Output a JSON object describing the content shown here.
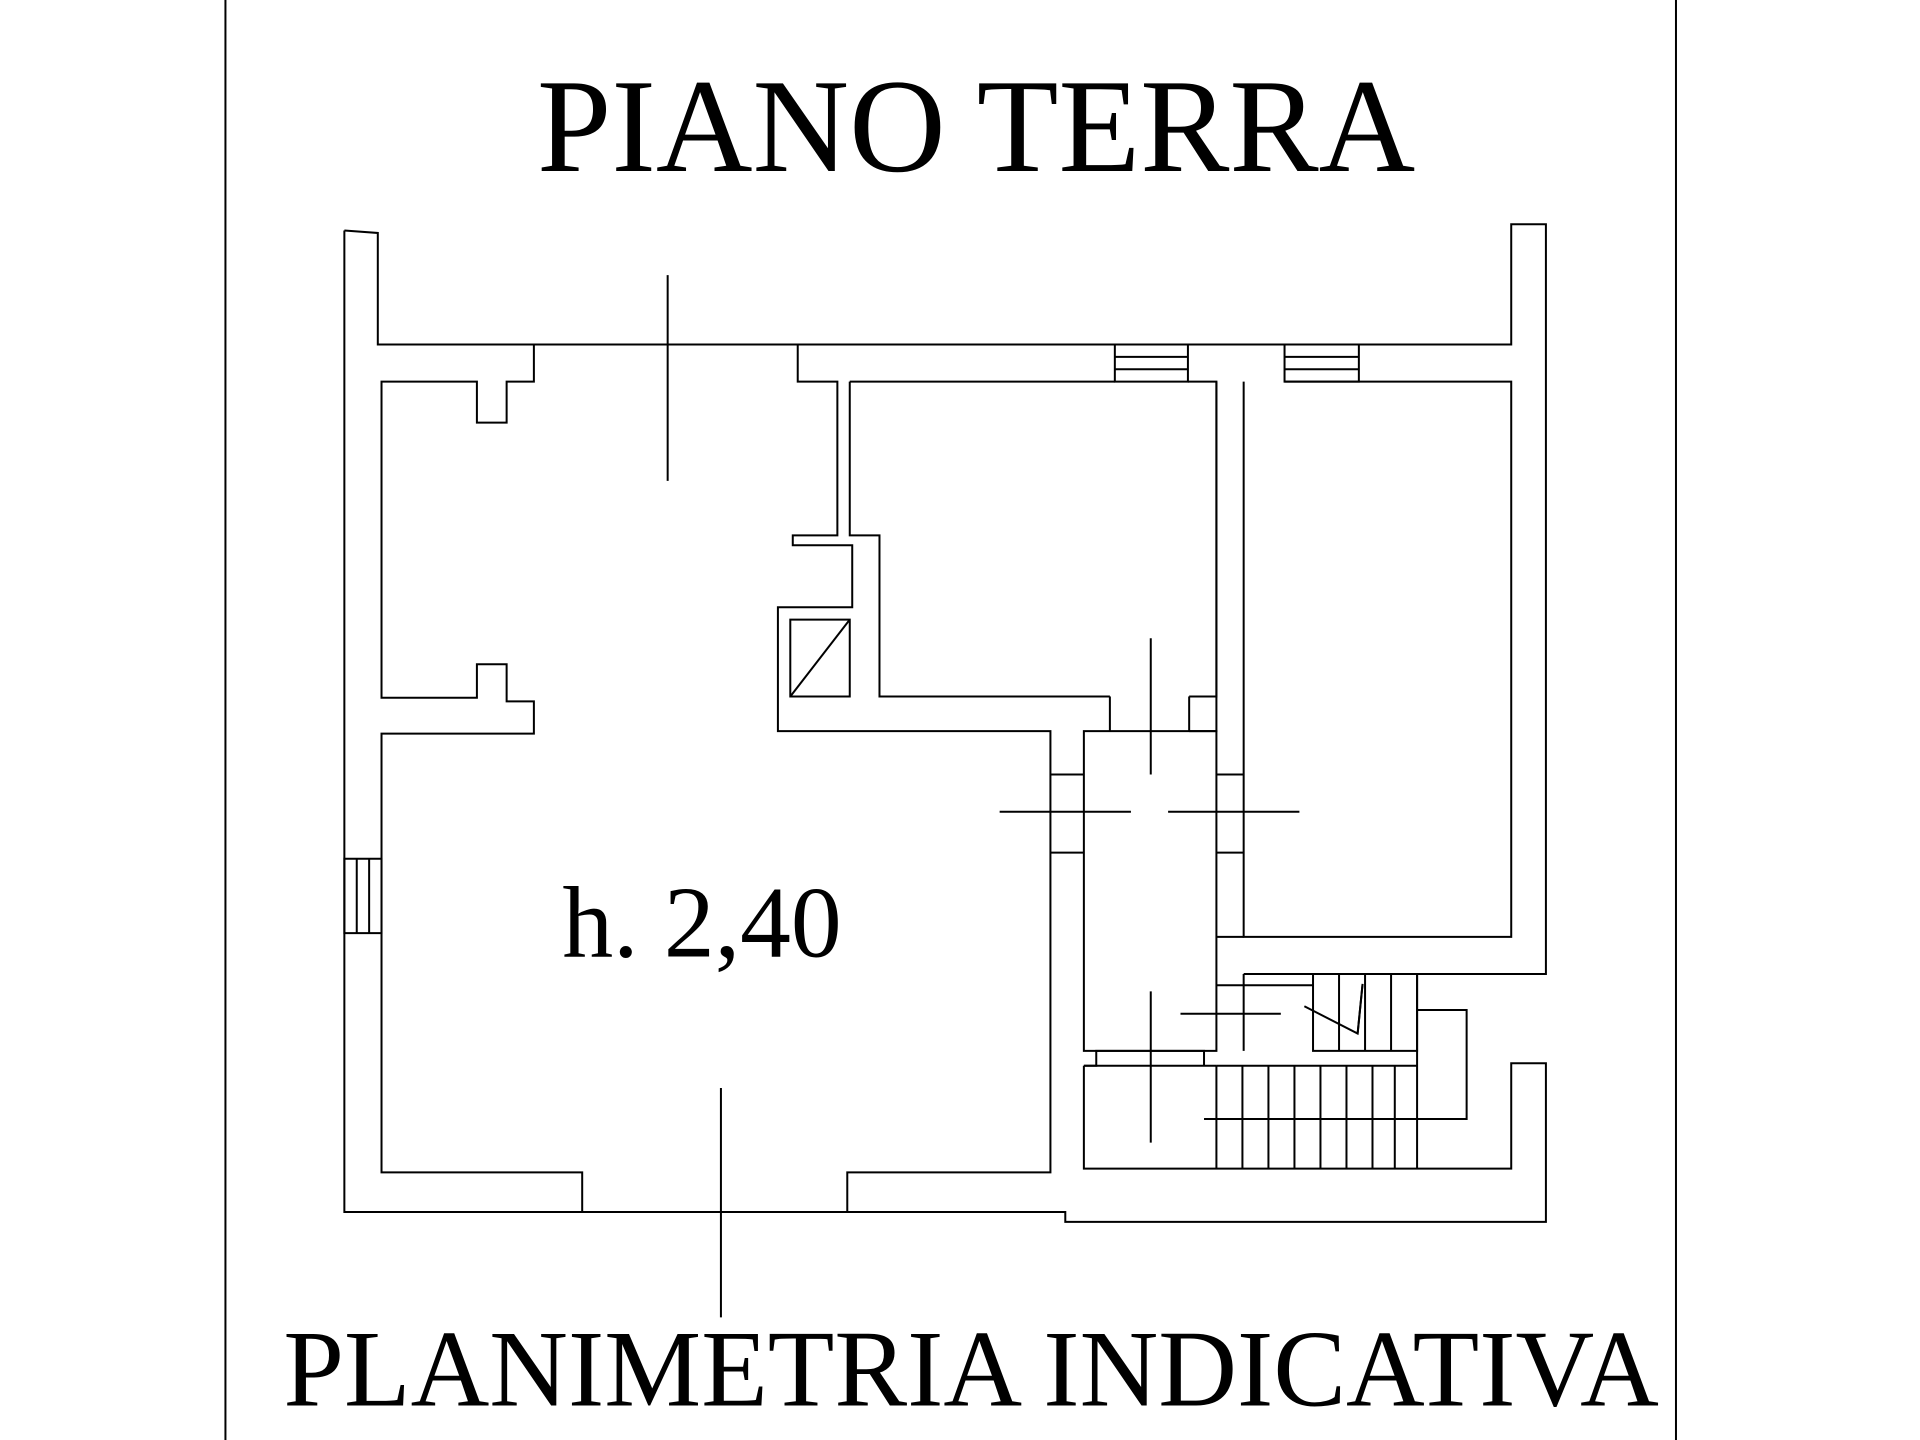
{
  "title": "PIANO TERRA",
  "height_label": "h. 2,40",
  "footer": "PLANIMETRIA INDICATIVA"
}
